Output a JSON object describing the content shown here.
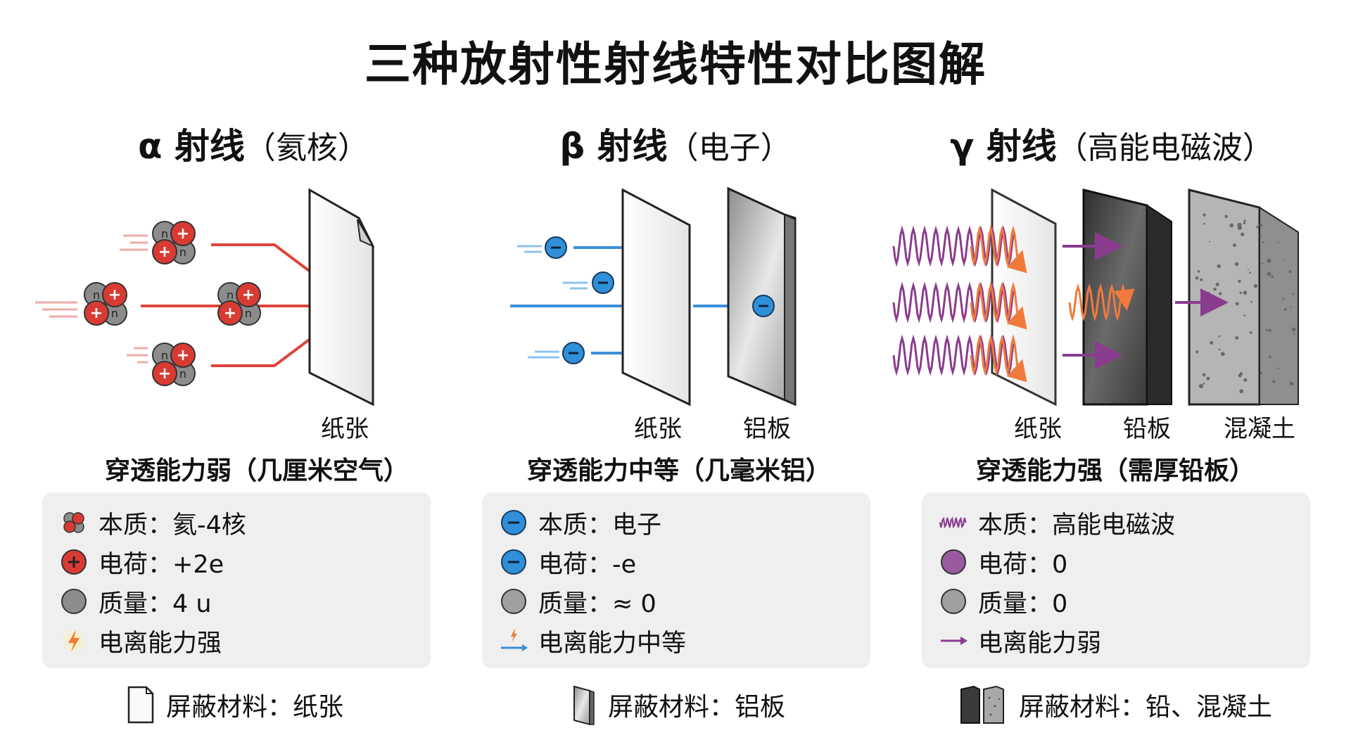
{
  "title": "三种放射性射线特性对比图解",
  "columns": [
    {
      "symbol": "α",
      "name": "射线",
      "nature_paren": "（氦核）",
      "materials": [
        "纸张"
      ],
      "penetration": "穿透能力弱（几厘米空气）",
      "properties": [
        {
          "icon": "helium-nucleus-icon",
          "text": "本质：氦-4核"
        },
        {
          "icon": "plus-charge-icon",
          "text": "电荷：+2e"
        },
        {
          "icon": "gray-mass-icon",
          "text": "质量：4 u"
        },
        {
          "icon": "lightning-icon",
          "text": "电离能力强"
        }
      ],
      "shielding": "屏蔽材料：纸张",
      "particle_plus": "+",
      "particle_n": "n",
      "particle_minus": "−"
    },
    {
      "symbol": "β",
      "name": "射线",
      "nature_paren": "（电子）",
      "materials": [
        "纸张",
        "铝板"
      ],
      "penetration": "穿透能力中等（几毫米铝）",
      "properties": [
        {
          "icon": "electron-icon",
          "text": "本质：电子"
        },
        {
          "icon": "electron-icon",
          "text": "电荷：-e"
        },
        {
          "icon": "gray-mass-icon",
          "text": "质量：≈ 0"
        },
        {
          "icon": "lightning-arrow-icon",
          "text": "电离能力中等"
        }
      ],
      "shielding": "屏蔽材料：铝板"
    },
    {
      "symbol": "γ",
      "name": "射线",
      "nature_paren": "（高能电磁波）",
      "materials": [
        "纸张",
        "铅板",
        "混凝土"
      ],
      "penetration": "穿透能力强（需厚铅板）",
      "properties": [
        {
          "icon": "wave-icon",
          "text": "本质：高能电磁波"
        },
        {
          "icon": "purple-circle-icon",
          "text": "电荷：0"
        },
        {
          "icon": "gray-mass-icon",
          "text": "质量：0"
        },
        {
          "icon": "purple-arrow-icon",
          "text": "电离能力弱"
        }
      ],
      "shielding": "屏蔽材料：铅、混凝土"
    }
  ],
  "colors": {
    "alpha_red": "#d93b33",
    "beta_blue": "#2f8fd8",
    "gamma_purple": "#8a3c8e",
    "gamma_orange": "#f07a3c",
    "neutron_gray": "#8a8a8a",
    "panel_bg": "#efefef"
  }
}
